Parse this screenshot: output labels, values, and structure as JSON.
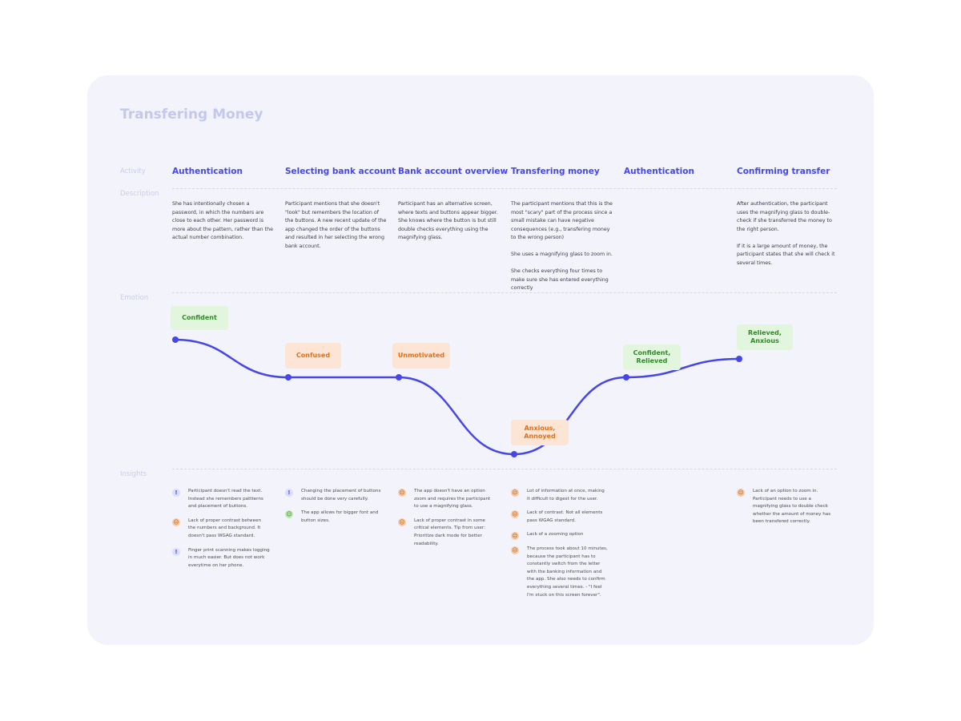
{
  "title": "Transfering Money",
  "row_labels": {
    "activity": "Activity",
    "description": "Description",
    "emotion": "Emotion",
    "insights": "Insights"
  },
  "colors": {
    "accent": "#4747e6",
    "positive_bg": "#e2f6dd",
    "positive_text": "#2f8a28",
    "negative_bg": "#fde5d5",
    "negative_text": "#e0701c",
    "card_bg": "#f2f3fb"
  },
  "stages": [
    {
      "activity": "Authentication",
      "description": [
        "She has intentionally chosen a password, in which the numbers are close to each other. Her password is more about the pattern, rather than the actual number combination."
      ],
      "emotion": {
        "label": "Confident",
        "sentiment": "positive"
      },
      "insights": [
        {
          "icon": "info-icon",
          "text": "Participant doesn't read the text. Instead she remembers pattterns and placement of buttons."
        },
        {
          "icon": "sad-face-icon",
          "text": "Lack of proper contrast between the numbers and background. It doesn't pass WGAG standard."
        },
        {
          "icon": "info-icon",
          "text": "Finger print scanning makes logging in much easier. But does not work everytime on her phone."
        }
      ]
    },
    {
      "activity": "Selecting bank account",
      "description": [
        "Participant mentions that she doesn't \"look\" but remembers the location of the buttons. A new recent update of the app changed the order of the buttons and resulted in her selecting the wrong bank account."
      ],
      "emotion": {
        "label": "Confused",
        "sentiment": "negative"
      },
      "insights": [
        {
          "icon": "info-icon",
          "text": "Changing the placement of buttons should be done very carefully."
        },
        {
          "icon": "happy-face-icon",
          "text": "The app allows for bigger font and button sizes."
        }
      ]
    },
    {
      "activity": "Bank account overview",
      "description": [
        "Participant has an alternative screen, where texts and buttons appear bigger. She knows where the button is but still double checks everything using the magnifying glass."
      ],
      "emotion": {
        "label": "Unmotivated",
        "sentiment": "negative"
      },
      "insights": [
        {
          "icon": "sad-face-icon",
          "text": "The app doesn't have an option zoom and requires the participant to use a magnifying glass."
        },
        {
          "icon": "sad-face-icon",
          "text": "Lack of proper contrast in some critical elements. Tip from user: Prioritize dark mode for better readability."
        }
      ]
    },
    {
      "activity": "Transfering money",
      "description": [
        "The participant mentions that this is the most \"scary\" part of the process since a small mistake can have negative consequences (e.g., transfering money to the wrong person)",
        "She uses a magnifying glass to zoom in.",
        "She checks everything four times to make sure she has entered everything correctly"
      ],
      "emotion": {
        "label": "Anxious,\nAnnoyed",
        "sentiment": "negative"
      },
      "insights": [
        {
          "icon": "sad-face-icon",
          "text": "Lot of information at once, making it difficult to digest for the user."
        },
        {
          "icon": "sad-face-icon",
          "text": "Lack of contrast. Not all elements pass WGAG standard."
        },
        {
          "icon": "sad-face-icon",
          "text": "Lack of a zooming option"
        },
        {
          "icon": "sad-face-icon",
          "text": "The process took about 10 minutes, because the participant has to constantly switch from the letter with the banking information and the app. She also needs to confirm everything several times. - \"I feel I'm stuck on this screen forever\"."
        }
      ]
    },
    {
      "activity": "Authentication",
      "description": [],
      "emotion": {
        "label": "Confident,\nRelieved",
        "sentiment": "positive"
      },
      "insights": []
    },
    {
      "activity": "Confirming transfer",
      "description": [
        "After authentication, the participant uses the magnifying glass to double-check if she transferred the money to the right person.",
        "If it is a large amount of money, the participant states that she will check it several times."
      ],
      "emotion": {
        "label": "Relieved,\nAnxious",
        "sentiment": "positive"
      },
      "insights": [
        {
          "icon": "sad-face-icon",
          "text": "Lack of an option to zoom in. Participant needs to use a magnifying glass to double check whether the amount of money has been transfered correctly."
        }
      ]
    }
  ]
}
